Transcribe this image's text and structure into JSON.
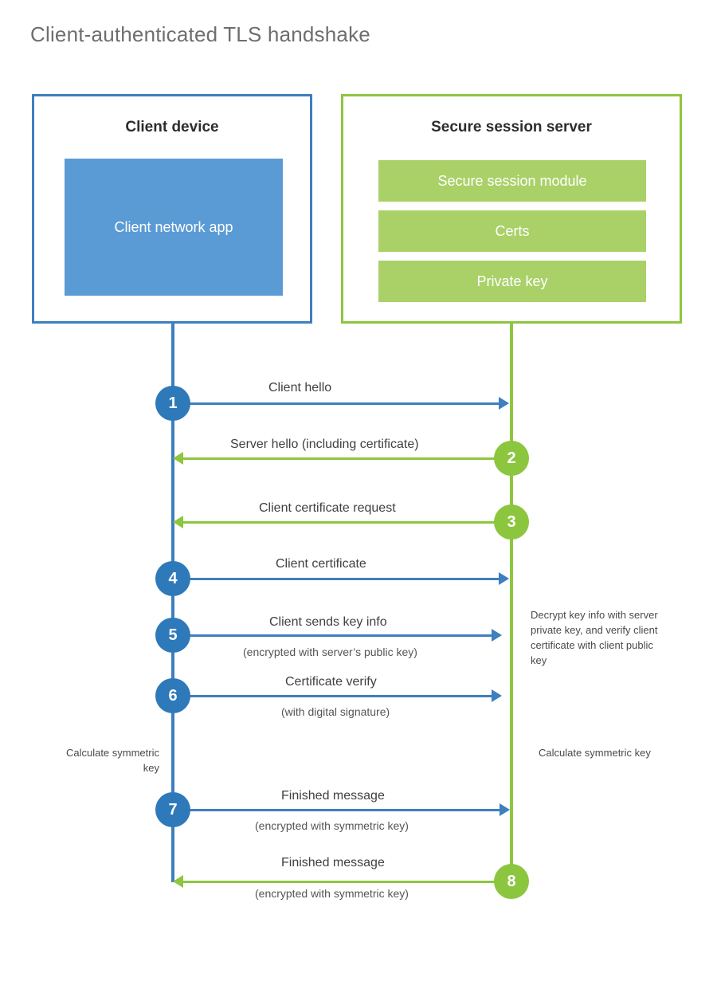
{
  "title": "Client-authenticated TLS handshake",
  "colors": {
    "blue_border": "#3d7fbf",
    "blue_fill": "#5b9bd5",
    "blue_badge": "#2e79b9",
    "green_border": "#8dc63f",
    "green_fill": "#a9d168",
    "green_badge": "#8cc63f",
    "text": "#404040",
    "title_text": "#6e6e6e"
  },
  "participants": {
    "client": {
      "title": "Client device",
      "components": [
        "Client network app"
      ]
    },
    "server": {
      "title": "Secure session server",
      "components": [
        "Secure session module",
        "Certs",
        "Private key"
      ]
    }
  },
  "steps": [
    {
      "number": "1",
      "label": "Client hello",
      "sublabel": "",
      "direction": "client-to-server",
      "color": "blue"
    },
    {
      "number": "2",
      "label": "Server hello (including certificate)",
      "sublabel": "",
      "direction": "server-to-client",
      "color": "green"
    },
    {
      "number": "3",
      "label": "Client certificate request",
      "sublabel": "",
      "direction": "server-to-client",
      "color": "green"
    },
    {
      "number": "4",
      "label": "Client certificate",
      "sublabel": "",
      "direction": "client-to-server",
      "color": "blue"
    },
    {
      "number": "5",
      "label": "Client sends key info",
      "sublabel": "(encrypted with server’s public key)",
      "direction": "client-to-server",
      "color": "blue"
    },
    {
      "number": "6",
      "label": "Certificate verify",
      "sublabel": "(with digital signature)",
      "direction": "client-to-server",
      "color": "blue"
    },
    {
      "number": "7",
      "label": "Finished message",
      "sublabel": "(encrypted with symmetric key)",
      "direction": "client-to-server",
      "color": "blue"
    },
    {
      "number": "8",
      "label": "Finished message",
      "sublabel": "(encrypted with symmetric key)",
      "direction": "server-to-client",
      "color": "green"
    }
  ],
  "notes": {
    "server_decrypt": "Decrypt key info with server private key, and verify client certificate with client public key",
    "client_symmetric": "Calculate symmetric key",
    "server_symmetric": "Calculate symmetric key"
  }
}
